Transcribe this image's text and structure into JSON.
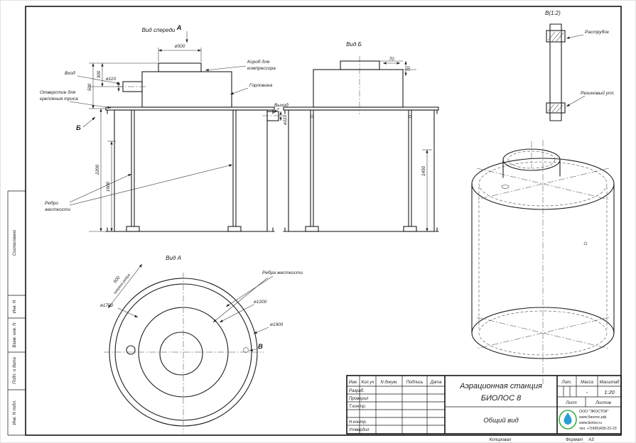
{
  "page": {
    "copied_label": "Копировал",
    "format_label": "Формат",
    "format_value": "А3"
  },
  "side_strip": {
    "cells": [
      "Согласовано",
      "Инв. N",
      "Взам. инв. N",
      "Подп. и дата",
      "Инв. N подл."
    ]
  },
  "front_view": {
    "title": "Вид спереди",
    "cut_label": "А",
    "view_arrow_label": "Б",
    "dim_d500": "ø500",
    "dim_300": "300",
    "dim_500": "500",
    "dim_2200": "2200",
    "dim_1600": "1600",
    "dim_d110_inlet": "ø110",
    "dim_d110_outlet": "ø110",
    "label_inlet": "Вход",
    "label_hole_line1": "Отверстие для",
    "label_hole_line2": "крепления троса",
    "label_box_line1": "Короб для",
    "label_box_line2": "компрессора",
    "label_neck": "Горловина",
    "label_outlet": "Выход",
    "label_rib_line1": "Ребро",
    "label_rib_line2": "жесткости"
  },
  "side_view": {
    "title": "Вид Б",
    "dim_70_a": "70",
    "dim_70_b": "70",
    "dim_1450": "1450"
  },
  "top_view": {
    "title": "Вид А",
    "dim_rib_width": "500",
    "label_rib_width": "ширина ребра",
    "label_ribs": "Ребра жесткости",
    "dim_d1700": "ø1700",
    "dim_d1200": "ø1200",
    "dim_d1900": "ø1900",
    "detail_label": "В"
  },
  "detail_view": {
    "title": "В(1:2)",
    "label_socket": "Раструбок",
    "label_rubber": "Резиновый упл."
  },
  "titleblock": {
    "header_cols": [
      "Изм.",
      "Кол.уч",
      "N докум.",
      "Подпись",
      "Дата"
    ],
    "row_labels": [
      "Разраб.",
      "Проверил",
      "Т.контр.",
      "Н.контр.",
      "Утвердил"
    ],
    "doc_title_line1": "Аэрационная станция",
    "doc_title_line2": "БИОЛОС 8",
    "doc_type": "Общий вид",
    "lit_label": "Лит.",
    "mass_label": "Масса",
    "scale_label": "Масштаб",
    "mass_value": "-",
    "scale_value": "1:20",
    "sheet_label": "Лист",
    "sheets_label": "Листов",
    "company": {
      "line1": "ООО \"ЭКОСТОК\"",
      "line2": "www.биолос.рф",
      "line3": "www.biolos.ru",
      "line4": "тел. +7(495)430-22-23"
    }
  },
  "colors": {
    "line": "#222222",
    "logo_green": "#3fae49",
    "logo_blue": "#2a9fd8"
  }
}
